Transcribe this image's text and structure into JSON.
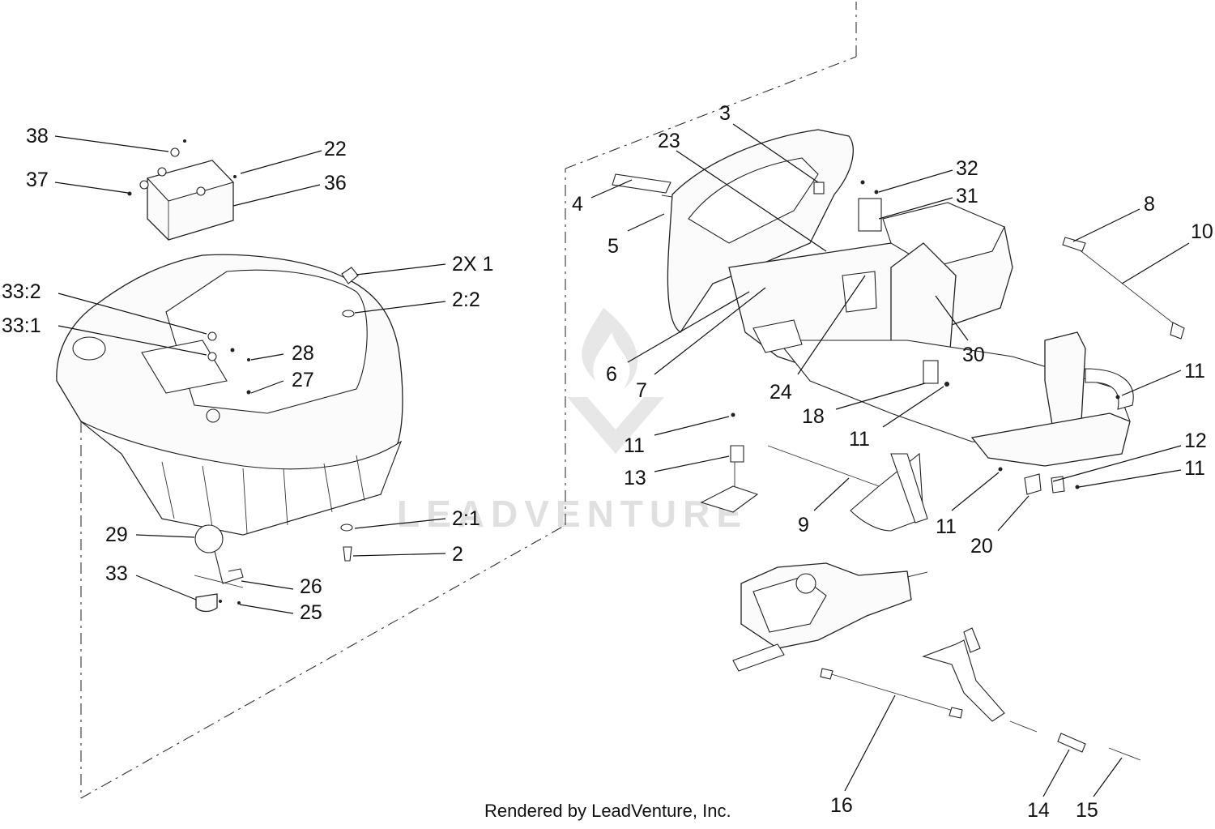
{
  "credit": "Rendered by LeadVenture, Inc.",
  "watermark": "LEADVENTURE",
  "callouts": [
    {
      "id": "c38",
      "label": "38"
    },
    {
      "id": "c22",
      "label": "22"
    },
    {
      "id": "c37",
      "label": "37"
    },
    {
      "id": "c36",
      "label": "36"
    },
    {
      "id": "c2x1",
      "label": "2X 1"
    },
    {
      "id": "c2-2",
      "label": "2:2"
    },
    {
      "id": "c33-2",
      "label": "33:2"
    },
    {
      "id": "c33-1",
      "label": "33:1"
    },
    {
      "id": "c28",
      "label": "28"
    },
    {
      "id": "c27",
      "label": "27"
    },
    {
      "id": "c2-1",
      "label": "2:1"
    },
    {
      "id": "c2",
      "label": "2"
    },
    {
      "id": "c29",
      "label": "29"
    },
    {
      "id": "c33",
      "label": "33"
    },
    {
      "id": "c26",
      "label": "26"
    },
    {
      "id": "c25",
      "label": "25"
    },
    {
      "id": "c3",
      "label": "3"
    },
    {
      "id": "c23",
      "label": "23"
    },
    {
      "id": "c32",
      "label": "32"
    },
    {
      "id": "c31",
      "label": "31"
    },
    {
      "id": "c4",
      "label": "4"
    },
    {
      "id": "c5",
      "label": "5"
    },
    {
      "id": "c8",
      "label": "8"
    },
    {
      "id": "c10",
      "label": "10"
    },
    {
      "id": "c30",
      "label": "30"
    },
    {
      "id": "c6",
      "label": "6"
    },
    {
      "id": "c7",
      "label": "7"
    },
    {
      "id": "c24",
      "label": "24"
    },
    {
      "id": "c18",
      "label": "18"
    },
    {
      "id": "c11a",
      "label": "11"
    },
    {
      "id": "c11b",
      "label": "11"
    },
    {
      "id": "c11c",
      "label": "11"
    },
    {
      "id": "c13",
      "label": "13"
    },
    {
      "id": "c12",
      "label": "12"
    },
    {
      "id": "c11d",
      "label": "11"
    },
    {
      "id": "c9",
      "label": "9"
    },
    {
      "id": "c11e",
      "label": "11"
    },
    {
      "id": "c20",
      "label": "20"
    },
    {
      "id": "c16",
      "label": "16"
    },
    {
      "id": "c14",
      "label": "14"
    },
    {
      "id": "c15",
      "label": "15"
    }
  ]
}
